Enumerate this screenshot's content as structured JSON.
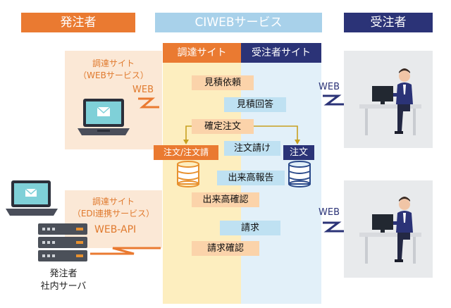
{
  "headers": {
    "orderer": "発注者",
    "service": "CIWEBサービス",
    "receiver": "受注者"
  },
  "columns": {
    "procurement": "調達サイト",
    "receiver_site": "受注者サイト"
  },
  "procurement_sites": {
    "web_line1": "調達サイト",
    "web_line2": "（WEBサービス）",
    "edi_line1": "調達サイト",
    "edi_line2": "（EDI連携サービス）"
  },
  "connections": {
    "web_left": "WEB",
    "web_api": "WEB-API",
    "web_right_top": "WEB",
    "web_right_bottom": "WEB"
  },
  "steps": {
    "estimate_request": "見積依頼",
    "estimate_reply": "見積回答",
    "confirmed_order": "確定注文",
    "order_left": "注文/注文請",
    "order_accept": "注文請け",
    "order_right": "注文",
    "progress_report": "出来高報告",
    "progress_confirm": "出来高確認",
    "invoice": "請求",
    "invoice_confirm": "請求確認"
  },
  "server_caption": {
    "line1": "発注者",
    "line2": "社内サーバ"
  },
  "colors": {
    "orange": "#ea7a31",
    "light_blue": "#a8d1ea",
    "navy": "#2b3377"
  }
}
